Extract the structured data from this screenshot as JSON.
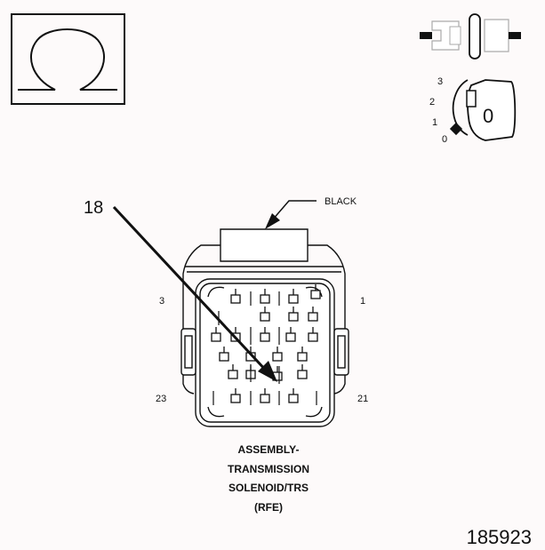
{
  "callout": {
    "pin_number": "18",
    "color_label": "BLACK"
  },
  "cavity_labels": {
    "top_left": "3",
    "top_right": "1",
    "bottom_left": "23",
    "bottom_right": "21"
  },
  "key_positions": [
    "3",
    "2",
    "1",
    "0"
  ],
  "key_face": "0",
  "caption": {
    "line1": "ASSEMBLY-",
    "line2": "TRANSMISSION",
    "line3": "SOLENOID/TRS",
    "line4": "(RFE)"
  },
  "figure_number": "185923",
  "icons": {
    "test": "ohmmeter-icon",
    "connector": "connector-unplug-icon",
    "ignition": "ignition-key-off-icon"
  },
  "colors": {
    "ink": "#111111",
    "paper": "#fdfafa",
    "key_fill": "#ffffff"
  }
}
